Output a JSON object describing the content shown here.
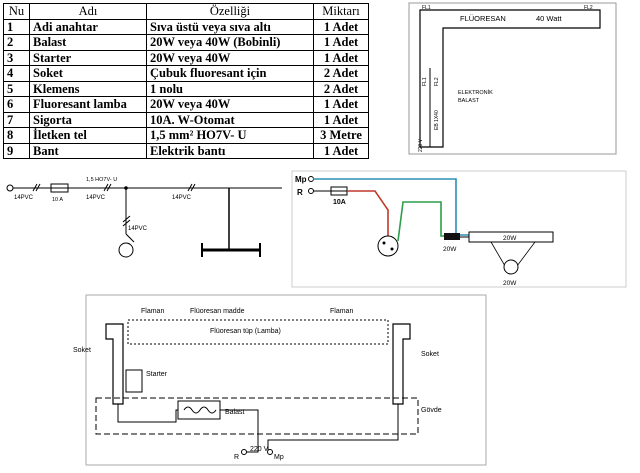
{
  "table": {
    "headers": [
      "Nu",
      "Adı",
      "Özelliği",
      "Miktarı"
    ],
    "rows": [
      [
        "1",
        "Adi anahtar",
        "Sıva üstü veya sıva altı",
        "1 Adet"
      ],
      [
        "2",
        "Balast",
        "20W veya 40W (Bobinli)",
        "1 Adet"
      ],
      [
        "3",
        "Starter",
        "20W veya 40W",
        "1 Adet"
      ],
      [
        "4",
        "Soket",
        "Çubuk fluoresant için",
        "2 Adet"
      ],
      [
        "5",
        "Klemens",
        "1 nolu",
        "2 Adet"
      ],
      [
        "6",
        "Fluoresant lamba",
        "20W veya  40W",
        "1 Adet"
      ],
      [
        "7",
        "Sigorta",
        "10A. W-Otomat",
        "1 Adet"
      ],
      [
        "8",
        "İletken tel",
        "1,5 mm² HO7V- U",
        "3 Metre"
      ],
      [
        "9",
        "Bant",
        "Elektrik bantı",
        "1 Adet"
      ]
    ]
  },
  "plan_diagram": {
    "fl1": "FL1",
    "fl2": "FL2",
    "lamp_label": "FLÜORESAN",
    "watt": "40  Watt",
    "fl1_v": "FL1",
    "fl2_v": "FL2",
    "ballast_v": "EB 1X40",
    "elec_line1": "ELEKTRONİK",
    "elec_line2": "BALAST",
    "voltage": "220 V"
  },
  "single_line": {
    "wire1": "14PVC",
    "fuse": "10 A",
    "cable": "1,5 HO7V- U",
    "wire2": "14PVC",
    "wire3": "14PVC",
    "wire4": "14PVC"
  },
  "color_circuit": {
    "mp": "Mp",
    "r": "R",
    "fuse": "10A",
    "ballast": "20W",
    "lamp": "20W",
    "starter": "20W"
  },
  "wiring": {
    "flaman_left": "Flaman",
    "fluor_madde": "Flüoresan madde",
    "flaman_right": "Flaman",
    "tube": "Flüoresan tüp (Lamba)",
    "soket_left": "Soket",
    "soket_right": "Soket",
    "starter": "Starter",
    "balast": "Balast",
    "govde": "Gövde",
    "r": "R",
    "voltage": "220 V",
    "mp": "Mp"
  }
}
